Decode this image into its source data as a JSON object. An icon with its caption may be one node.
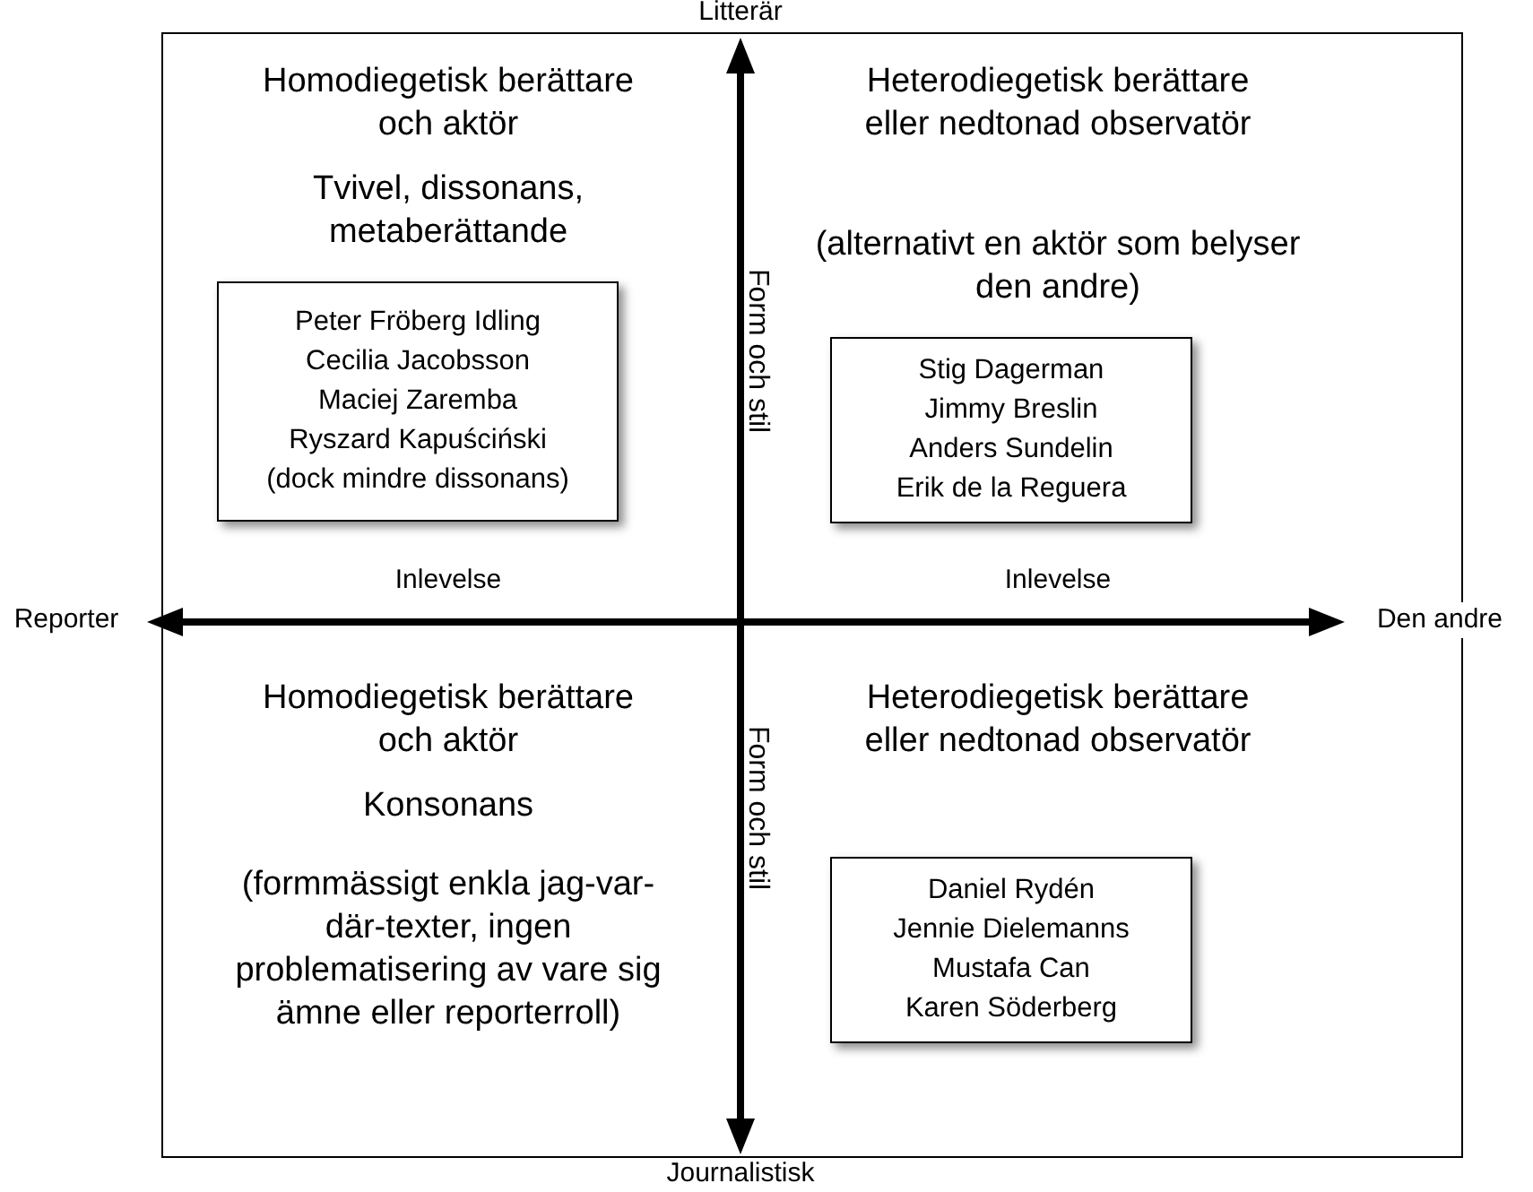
{
  "diagram": {
    "nodes": [
      {
        "text": [
          "Peter Fröberg Idling",
          "Cecilia Jacobsson",
          "Maciej Zaremba",
          "Ryszard Kapuściński",
          "(dock mindre dissonans)"
        ]
      },
      {
        "text": [
          "Stig Dagerman",
          "Jimmy Breslin",
          "Anders Sundelin",
          "Erik de la Reguera"
        ]
      },
      {
        "text": [
          "Daniel Rydén",
          "Jennie Dielemanns",
          "Mustafa Can",
          "Karen Söderberg"
        ]
      }
    ],
    "edges": [],
    "labels": [
      "Litterär",
      "Homodiegetisk berättare och aktör",
      "Tvivel, dissonans, metaberättande",
      "Heterodiegetisk berättare eller nedtonad observatör",
      "(alternativt en aktör som belyser den andre)",
      "Form och stil",
      "Reporter",
      "Inlevelse",
      "Inlevelse",
      "Den andre",
      "Homodiegetisk berättare och aktör",
      "Konsonans",
      "(formmässigt enkla jag-var-där-texter, ingen problematisering av vare sig ämne eller reporterroll)",
      "Heterodiegetisk berättare eller nedtonad observatör",
      "Form och stil",
      "Journalistisk"
    ]
  }
}
